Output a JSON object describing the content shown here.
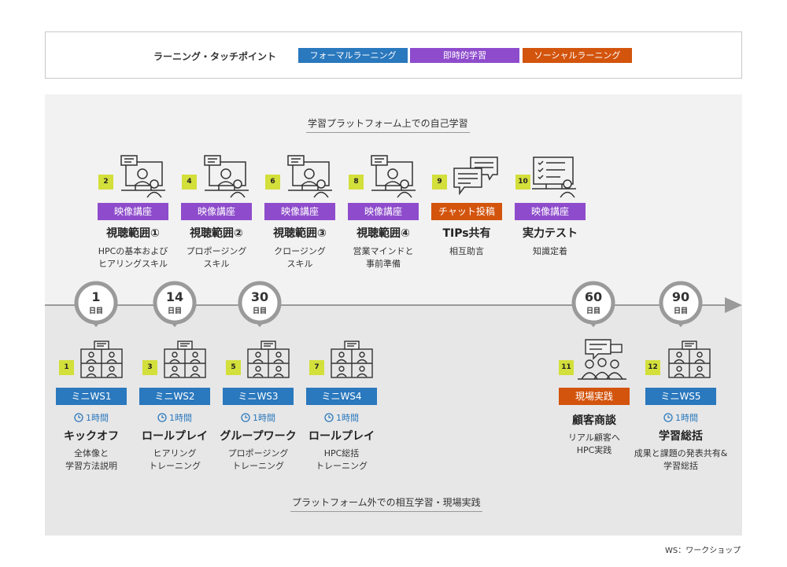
{
  "legend": {
    "title": "ラーニング・タッチポイント",
    "items": [
      {
        "label": "フォーマルラーニング",
        "color": "#2a78bd"
      },
      {
        "label": "即時的学習",
        "color": "#8e4ccc"
      },
      {
        "label": "ソーシャルラーニング",
        "color": "#d3540d"
      }
    ]
  },
  "sections": {
    "upper_title": "学習プラットフォーム上での自己学習",
    "lower_title": "プラットフォーム外での相互学習・現場実践"
  },
  "day_markers": [
    {
      "num": "1",
      "unit": "日目"
    },
    {
      "num": "14",
      "unit": "日目"
    },
    {
      "num": "30",
      "unit": "日目"
    },
    {
      "num": "60",
      "unit": "日目"
    },
    {
      "num": "90",
      "unit": "日目"
    }
  ],
  "upper_items": [
    {
      "step": "2",
      "tag": "映像講座",
      "title": "視聴範囲①",
      "desc1": "HPCの基本および",
      "desc2": "ヒアリングスキル",
      "icon": "video-lecture-icon"
    },
    {
      "step": "4",
      "tag": "映像講座",
      "title": "視聴範囲②",
      "desc1": "プロポージング",
      "desc2": "スキル",
      "icon": "video-lecture-icon"
    },
    {
      "step": "6",
      "tag": "映像講座",
      "title": "視聴範囲③",
      "desc1": "クロージング",
      "desc2": "スキル",
      "icon": "video-lecture-icon"
    },
    {
      "step": "8",
      "tag": "映像講座",
      "title": "視聴範囲④",
      "desc1": "営業マインドと",
      "desc2": "事前準備",
      "icon": "video-lecture-icon"
    },
    {
      "step": "9",
      "tag": "チャット投稿",
      "title": "TIPs共有",
      "desc1": "相互助言",
      "desc2": "",
      "icon": "chat-bubbles-icon"
    },
    {
      "step": "10",
      "tag": "映像講座",
      "title": "実力テスト",
      "desc1": "知識定着",
      "desc2": "",
      "icon": "checklist-test-icon"
    }
  ],
  "lower_items": [
    {
      "step": "1",
      "tag": "ミニWS1",
      "duration": "1時間",
      "title": "キックオフ",
      "desc1": "全体像と",
      "desc2": "学習方法説明",
      "icon": "group-meeting-icon"
    },
    {
      "step": "3",
      "tag": "ミニWS2",
      "duration": "1時間",
      "title": "ロールプレイ",
      "desc1": "ヒアリング",
      "desc2": "トレーニング",
      "icon": "group-meeting-icon"
    },
    {
      "step": "5",
      "tag": "ミニWS3",
      "duration": "1時間",
      "title": "グループワーク",
      "desc1": "プロポージング",
      "desc2": "トレーニング",
      "icon": "group-meeting-icon"
    },
    {
      "step": "7",
      "tag": "ミニWS4",
      "duration": "1時間",
      "title": "ロールプレイ",
      "desc1": "HPC総括",
      "desc2": "トレーニング",
      "icon": "group-meeting-icon"
    },
    {
      "step": "11",
      "tag": "現場実践",
      "duration": "",
      "title": "顧客商談",
      "desc1": "リアル顧客へ",
      "desc2": "HPC実践",
      "icon": "customer-meeting-icon"
    },
    {
      "step": "12",
      "tag": "ミニWS5",
      "duration": "1時間",
      "title": "学習総括",
      "desc1": "成果と課題の発表共有&",
      "desc2": "学習総括",
      "icon": "group-meeting-icon"
    }
  ],
  "footnote": "WS：ワークショップ"
}
